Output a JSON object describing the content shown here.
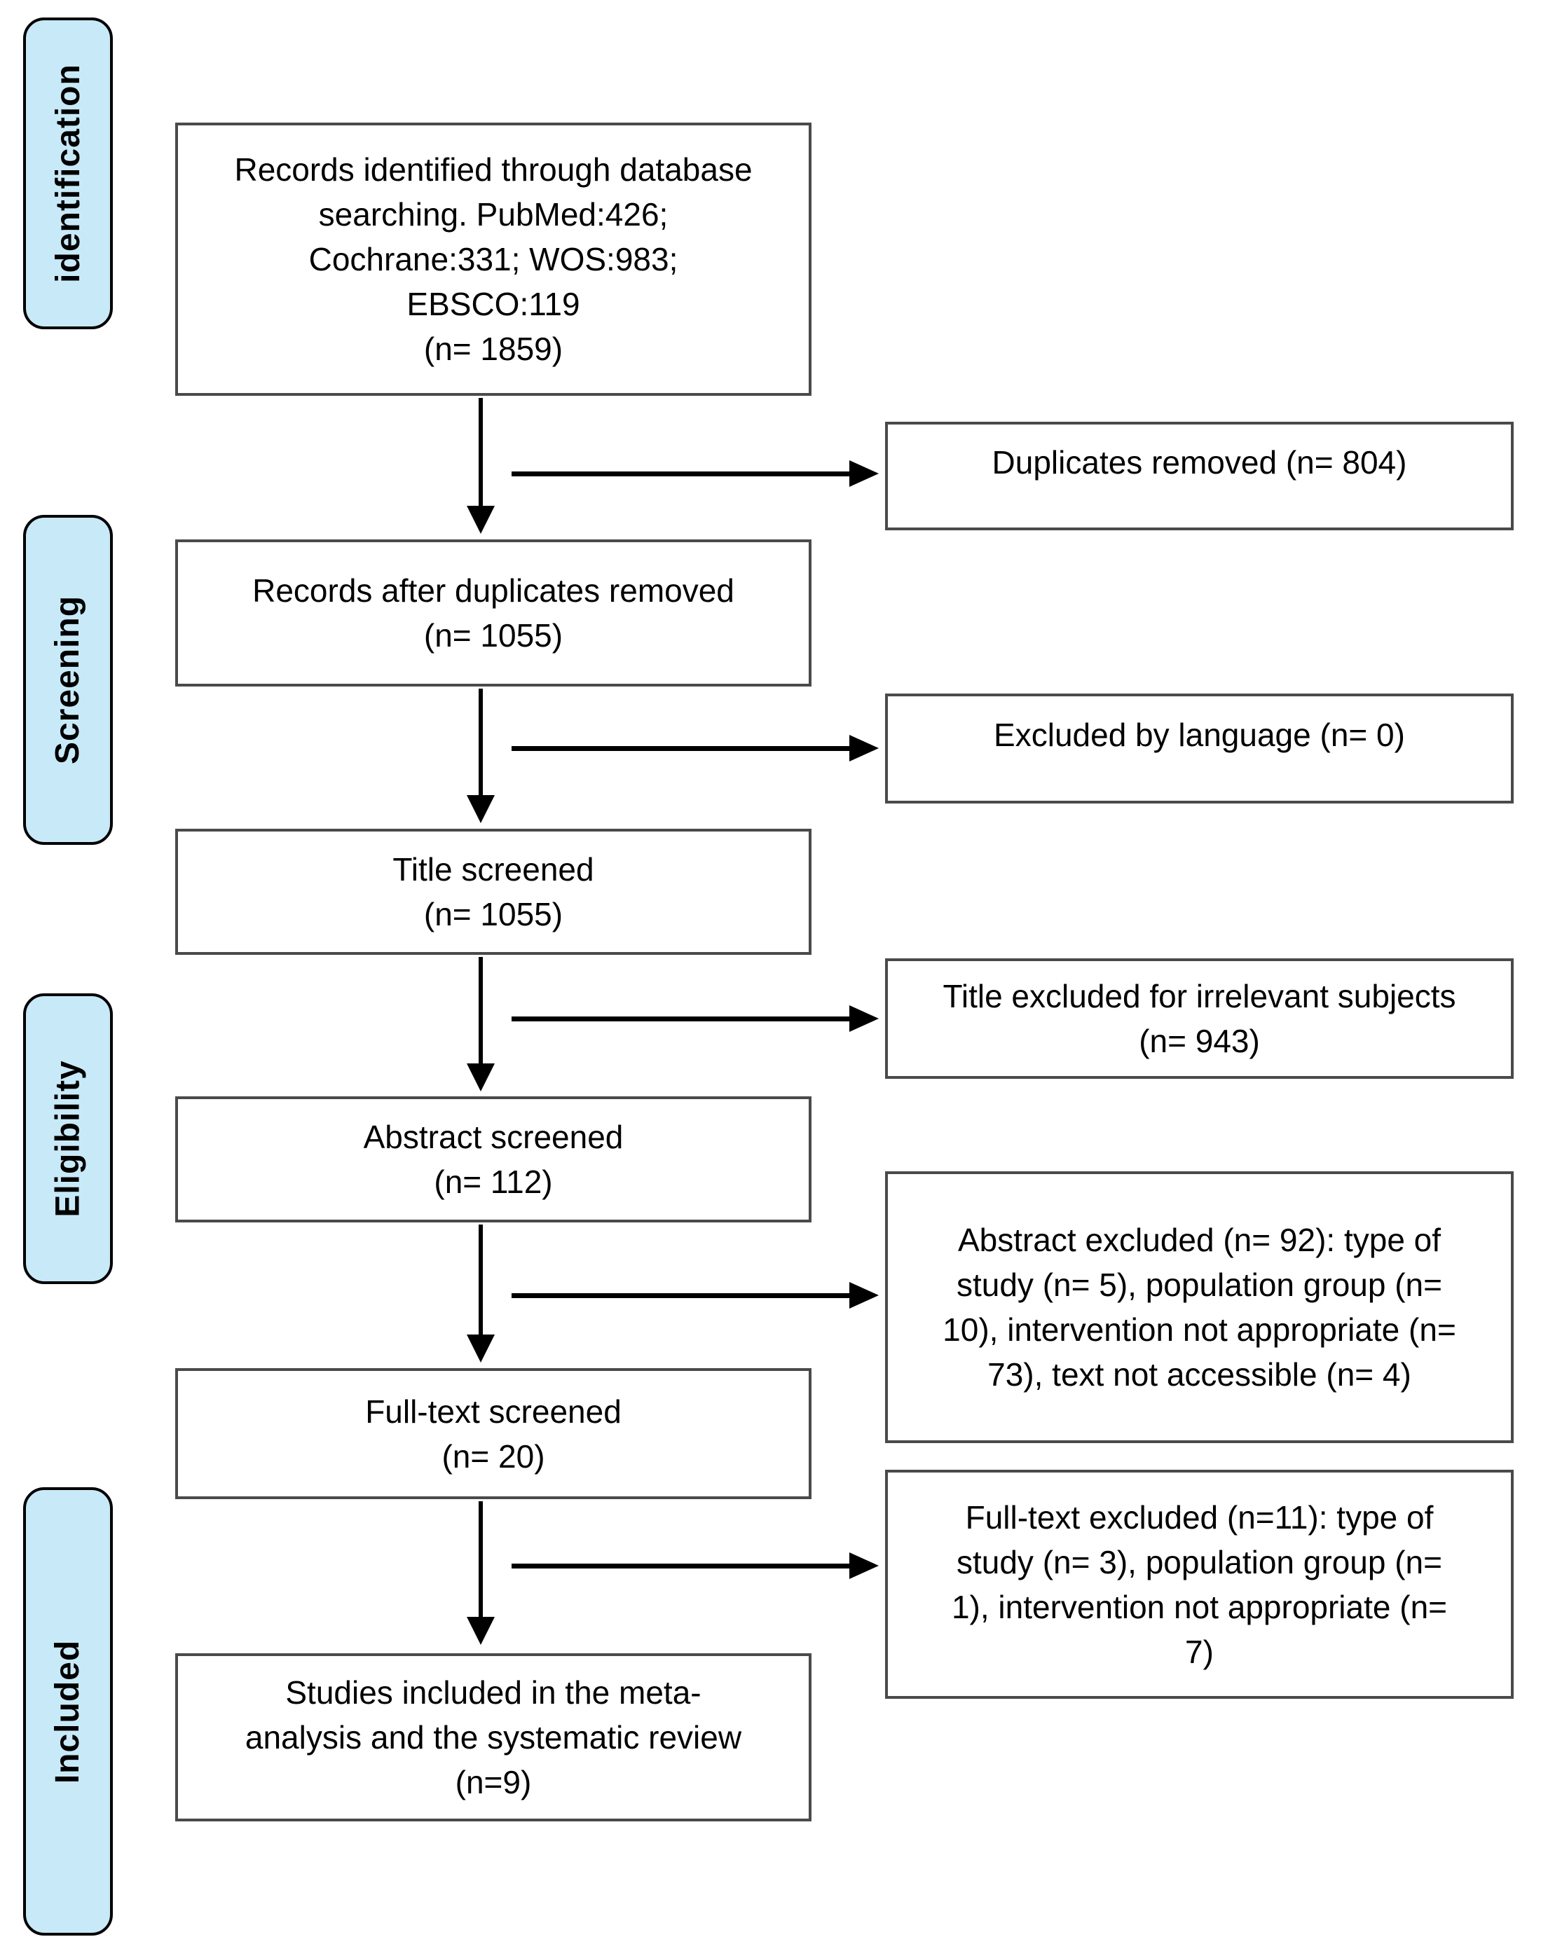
{
  "diagram": {
    "title": "PRISMA study selection flow diagram",
    "stages": [
      {
        "label": "identification"
      },
      {
        "label": "Screening"
      },
      {
        "label": "Eligibility"
      },
      {
        "label": "Included"
      }
    ],
    "main_boxes": [
      {
        "text": "Records identified through database\nsearching. PubMed:426;\nCochrane:331; WOS:983;\nEBSCO:119\n(n= 1859)"
      },
      {
        "text": "Records after duplicates removed\n(n= 1055)"
      },
      {
        "text": "Title screened\n(n= 1055)"
      },
      {
        "text": "Abstract screened\n(n= 112)"
      },
      {
        "text": "Full-text screened\n(n= 20)"
      },
      {
        "text": "Studies included in the meta-\nanalysis and the systematic review\n(n=9)"
      }
    ],
    "side_boxes": [
      {
        "text": "Duplicates removed (n= 804)"
      },
      {
        "text": "Excluded by language (n= 0)"
      },
      {
        "text": "Title excluded for irrelevant subjects\n(n= 943)"
      },
      {
        "text": "Abstract excluded (n= 92): type of\nstudy (n= 5), population group (n=\n10), intervention not appropriate (n=\n73), text not accessible (n= 4)"
      },
      {
        "text": "Full-text excluded (n=11): type of\nstudy (n= 3), population group (n=\n1), intervention not appropriate (n=\n7)"
      }
    ],
    "colors": {
      "stage_fill": "#c8e9f8",
      "stage_border": "#000000",
      "box_fill": "#ffffff",
      "box_border": "#4a4a4a",
      "arrow": "#000000",
      "text": "#000000"
    }
  }
}
